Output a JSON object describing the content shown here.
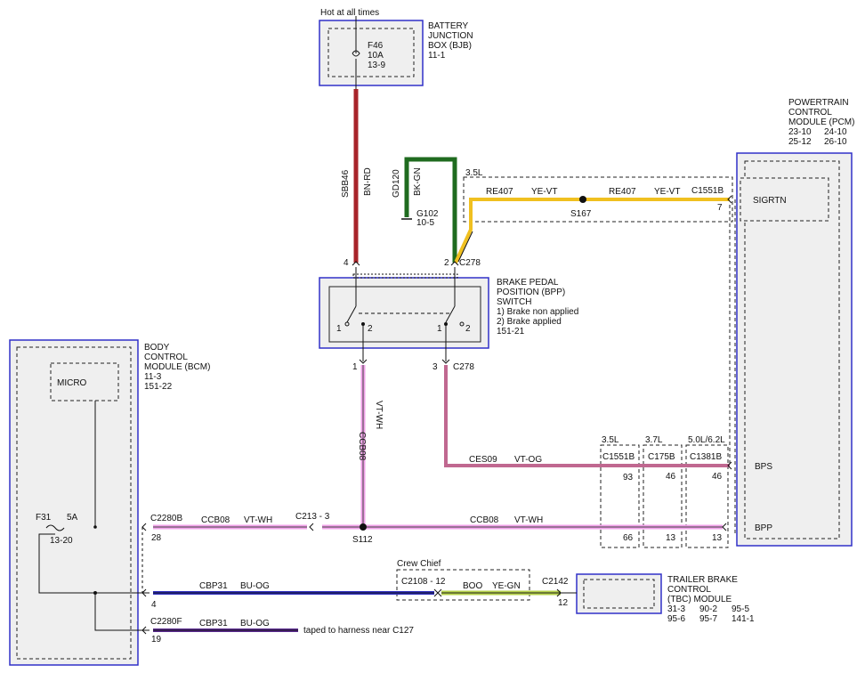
{
  "colors": {
    "module_border": "#3030c8",
    "module_fill": "#efefef",
    "dash": "#222222",
    "wire_red": "#a8242a",
    "wire_green": "#1f6b1f",
    "wire_yellow": "#f0c020",
    "wire_pink": "#f0a0e8",
    "wire_mauve": "#c06890",
    "wire_blue": "#3030c0",
    "wire_purple": "#5a2a90",
    "wire_yellowgreen": "#b6d24a",
    "wire_black": "#111111"
  },
  "power_label": "Hot at all times",
  "bjb": {
    "title": [
      "BATTERY",
      "JUNCTION",
      "BOX (BJB)",
      "11-1"
    ],
    "fuse": [
      "F46",
      "10A",
      "13-9"
    ]
  },
  "pcm": {
    "title": [
      "POWERTRAIN",
      "CONTROL",
      "MODULE (PCM)"
    ],
    "refs": [
      "23-10",
      "24-10",
      "25-12",
      "26-10"
    ],
    "sigrtn": "SIGRTN",
    "bps": "BPS",
    "bpp": "BPP"
  },
  "bpp_switch": {
    "title": [
      "BRAKE PEDAL",
      "POSITION (BPP)",
      "SWITCH",
      "1) Brake non applied",
      "2) Brake applied",
      "151-21"
    ],
    "pins": [
      "1",
      "2",
      "1",
      "2"
    ]
  },
  "bcm": {
    "title": [
      "BODY",
      "CONTROL",
      "MODULE (BCM)",
      "11-3",
      "151-22"
    ],
    "micro": "MICRO",
    "fuse": [
      "F31",
      "5A",
      "13-20"
    ]
  },
  "tbc": {
    "title": [
      "TRAILER BRAKE",
      "CONTROL",
      "(TBC) MODULE"
    ],
    "refs": [
      "31-3",
      "90-2",
      "95-5",
      "95-6",
      "95-7",
      "141-1"
    ]
  },
  "wires": {
    "sbb46": "SBB46",
    "bn_rd": "BN-RD",
    "gd120": "GD120",
    "bk_gn": "BK-GN",
    "g102": "G102",
    "g102_ref": "10-5",
    "re407_a": "RE407",
    "ye_vt_a": "YE-VT",
    "re407_b": "RE407",
    "ye_vt_b": "YE-VT",
    "s167": "S167",
    "ccb08_v": "CCB08",
    "vt_wh_v": "VT-WH",
    "ces09": "CES09",
    "vt_og": "VT-OG",
    "ccb08_h1": "CCB08",
    "vt_wh_h1": "VT-WH",
    "ccb08_h2": "CCB08",
    "vt_wh_h2": "VT-WH",
    "s112": "S112",
    "cbp31_a": "CBP31",
    "bu_og_a": "BU-OG",
    "cbp31_b": "CBP31",
    "bu_og_b": "BU-OG",
    "boo": "BOO",
    "ye_gn": "YE-GN",
    "taped": "taped to harness near C127"
  },
  "connectors": {
    "c278_top": "C278",
    "c278_bot": "C278",
    "c1551b_top": "C1551B",
    "c1551b": "C1551B",
    "c175b": "C175B",
    "c1381b": "C1381B",
    "c2280b": "C2280B",
    "c2280f": "C2280F",
    "c213": "C213 - 3",
    "c2108": "C2108 - 12",
    "c2142": "C2142",
    "crew_chief": "Crew Chief",
    "eng_35_top": "3.5L",
    "eng_35": "3.5L",
    "eng_37": "3.7L",
    "eng_50": "5.0L/6.2L"
  },
  "pins": {
    "p4_top": "4",
    "p2_top": "2",
    "p7": "7",
    "p1_bot": "1",
    "p3_bot": "3",
    "p93": "93",
    "p46a": "46",
    "p46b": "46",
    "p66": "66",
    "p13a": "13",
    "p13b": "13",
    "p28": "28",
    "p4_bcm": "4",
    "p19": "19",
    "p12": "12"
  }
}
